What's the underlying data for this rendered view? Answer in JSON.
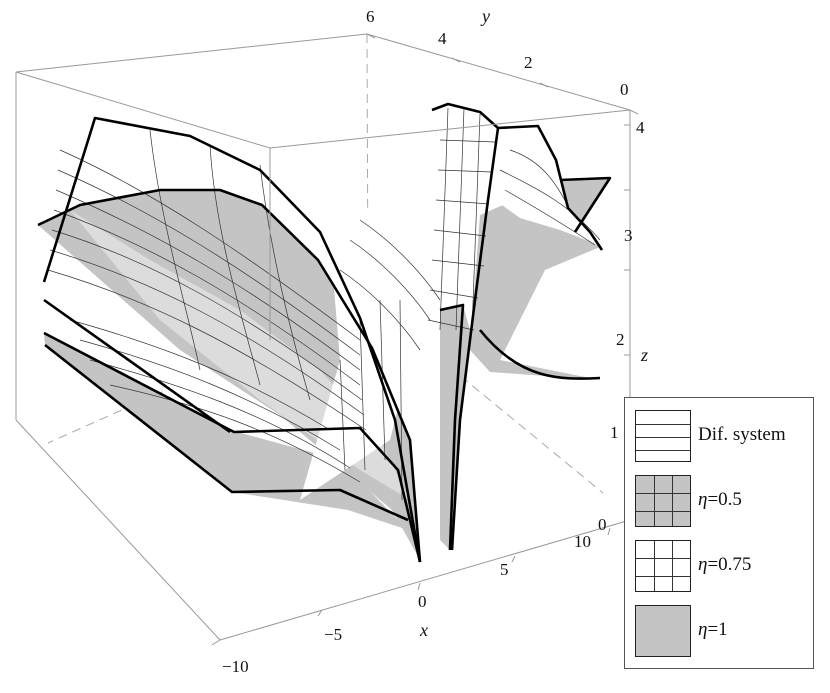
{
  "chart_data": {
    "type": "surface3d",
    "axes": {
      "x": {
        "label": "x",
        "ticks": [
          "−10",
          "−5",
          "0",
          "5",
          "10"
        ],
        "range": [
          -10,
          10
        ]
      },
      "y": {
        "label": "y",
        "ticks": [
          "6",
          "4",
          "2",
          "0"
        ],
        "range": [
          0,
          6
        ]
      },
      "z": {
        "label": "z",
        "ticks": [
          "0",
          "1",
          "2",
          "3",
          "4"
        ],
        "range": [
          0,
          4
        ]
      }
    },
    "legend": {
      "placement": "bottom-right",
      "entries": [
        {
          "label": "Dif. system",
          "symbol": "",
          "value": "",
          "fill": "#ffffff",
          "mesh": "horizontal"
        },
        {
          "label": "=0.5",
          "symbol": "η",
          "value": "0.5",
          "fill": "#c4c4c4",
          "mesh": "grid"
        },
        {
          "label": "=0.75",
          "symbol": "η",
          "value": "0.75",
          "fill": "#ffffff",
          "mesh": "grid"
        },
        {
          "label": "=1",
          "symbol": "η",
          "value": "1",
          "fill": "#c4c4c4",
          "mesh": "none"
        }
      ]
    },
    "surface_fill_colors": {
      "dif_system": "#ffffff",
      "eta_1": "#c4c4c4",
      "shadow": "#dcdcdc"
    }
  }
}
